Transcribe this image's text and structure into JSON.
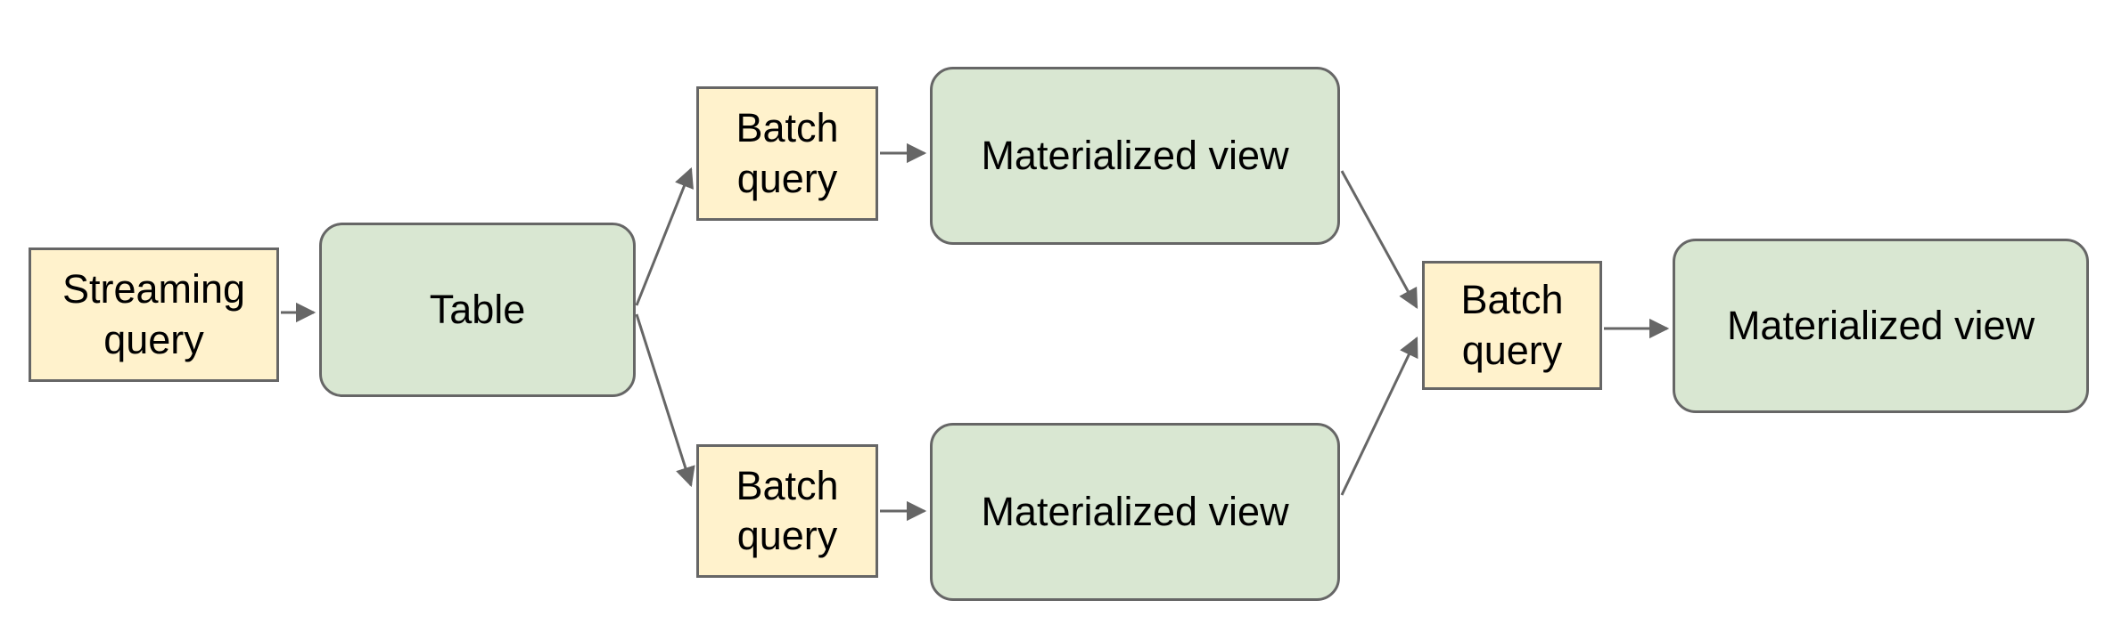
{
  "diagram": {
    "background": "#FFFFFF",
    "colors": {
      "query_fill": "#FFF2CC",
      "store_fill": "#D9E7D2",
      "stroke": "#666666",
      "text": "#000000"
    },
    "nodes": {
      "streaming_query": {
        "label": "Streaming query",
        "kind": "query"
      },
      "table": {
        "label": "Table",
        "kind": "store"
      },
      "batch_query_top": {
        "label": "Batch query",
        "kind": "query"
      },
      "materialized_view_top": {
        "label": "Materialized view",
        "kind": "store"
      },
      "batch_query_bottom": {
        "label": "Batch query",
        "kind": "query"
      },
      "materialized_view_bottom": {
        "label": "Materialized view",
        "kind": "store"
      },
      "batch_query_right": {
        "label": "Batch query",
        "kind": "query"
      },
      "materialized_view_right": {
        "label": "Materialized view",
        "kind": "store"
      }
    },
    "edges": [
      {
        "from": "streaming_query",
        "to": "table"
      },
      {
        "from": "table",
        "to": "batch_query_top"
      },
      {
        "from": "table",
        "to": "batch_query_bottom"
      },
      {
        "from": "batch_query_top",
        "to": "materialized_view_top"
      },
      {
        "from": "batch_query_bottom",
        "to": "materialized_view_bottom"
      },
      {
        "from": "materialized_view_top",
        "to": "batch_query_right"
      },
      {
        "from": "materialized_view_bottom",
        "to": "batch_query_right"
      },
      {
        "from": "batch_query_right",
        "to": "materialized_view_right"
      }
    ]
  }
}
